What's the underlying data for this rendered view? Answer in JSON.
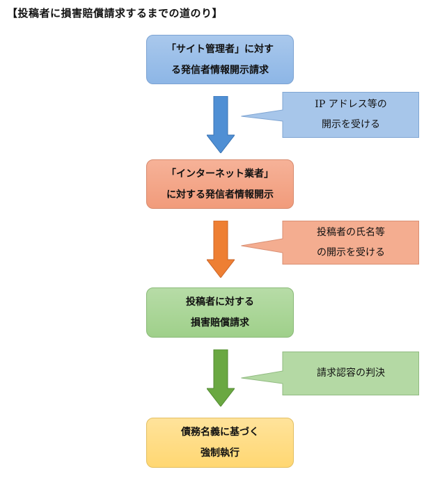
{
  "title": "【投稿者に損害賠償請求するまでの道のり】",
  "steps": [
    {
      "lines": [
        "「サイト管理者」に対す",
        "る発信者情報開示請求"
      ],
      "color": "#9ebfe9"
    },
    {
      "lines": [
        "「インターネット業者」",
        "に対する発信者情報開示"
      ],
      "color": "#f4a788"
    },
    {
      "lines": [
        "投稿者に対する",
        "損害賠償請求"
      ],
      "color": "#acd699"
    },
    {
      "lines": [
        "債務名義に基づく",
        "強制執行"
      ],
      "color": "#ffdd85"
    }
  ],
  "results": [
    {
      "lines": [
        "IP アドレス等の",
        "開示を受ける"
      ],
      "color": "#a7c6ea"
    },
    {
      "lines": [
        "投稿者の氏名等",
        "の開示を受ける"
      ],
      "color": "#f4ad90"
    },
    {
      "lines": [
        "請求認容の判決"
      ],
      "color": "#b4d9a4"
    }
  ],
  "arrows": [
    {
      "color": "#4f8fd4"
    },
    {
      "color": "#ee7f33"
    },
    {
      "color": "#6aa842"
    }
  ]
}
